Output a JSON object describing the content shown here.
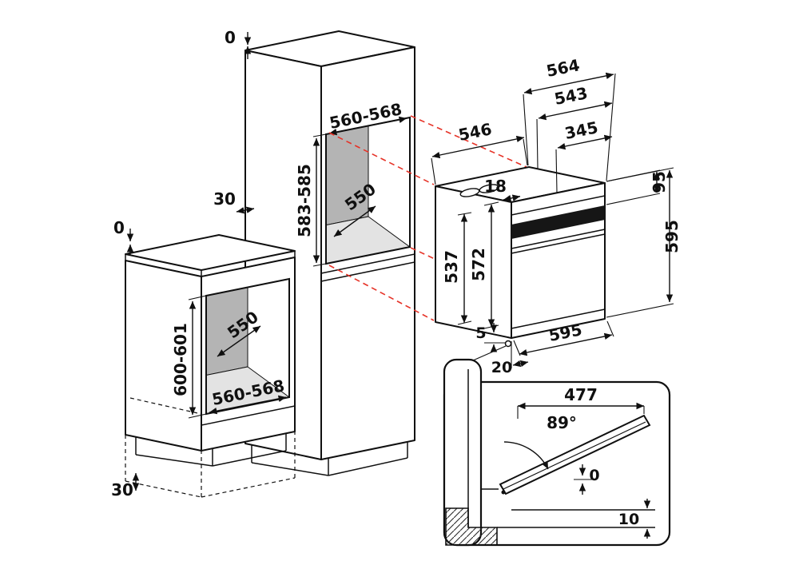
{
  "drawing": {
    "kind": "built-in oven installation dimension diagram",
    "units_implied": "mm",
    "colors": {
      "line": "#101010",
      "projection_red": "#e63227",
      "niche_back": "#b4b4b4",
      "niche_side": "#c9c9c9",
      "niche_floor": "#e3e3e3"
    },
    "tall_cabinet": {
      "top_clearance": "0",
      "side_clearance": "30",
      "niche_width": "560-568",
      "niche_height": "583-585",
      "niche_depth": "550"
    },
    "base_cabinet": {
      "top_clearance": "0",
      "niche_depth": "550",
      "niche_height": "600-601",
      "niche_width": "560-568",
      "plinth_clearance": "30"
    },
    "oven": {
      "depth_total": "564",
      "depth_body": "543",
      "depth_upper": "345",
      "depth_lower": "546",
      "top_vent_offset": "18",
      "control_panel_height": "95",
      "height_total": "595",
      "height_inner": "537",
      "height_front": "572",
      "width": "595",
      "bottom_gap": "5",
      "front_clearance": "20"
    },
    "door_detail": {
      "open_depth": "477",
      "open_angle": "89°",
      "top_gap": "0",
      "floor_clearance": "10"
    }
  }
}
